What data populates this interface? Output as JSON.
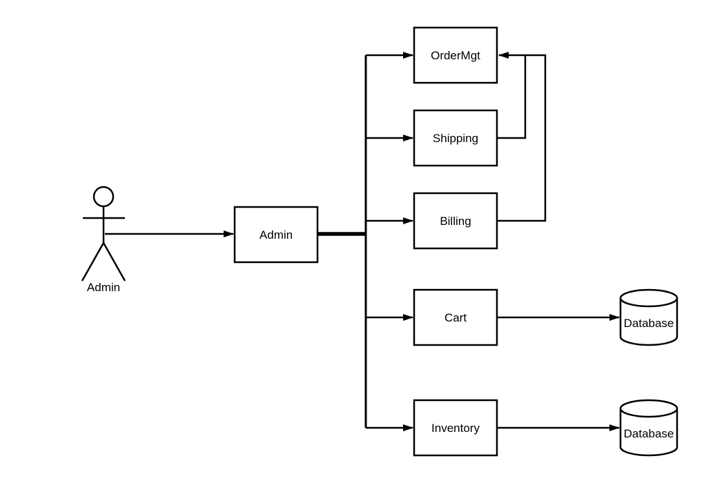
{
  "diagram": {
    "type": "flow-architecture-diagram",
    "colors": {
      "background": "#ffffff",
      "line": "#000000",
      "node_fill": "#ffffff",
      "text": "#000000"
    },
    "actor": {
      "id": "actor-admin",
      "label": "Admin",
      "shape": "stick-figure"
    },
    "nodes": [
      {
        "id": "admin",
        "label": "Admin",
        "shape": "rectangle"
      },
      {
        "id": "ordermgt",
        "label": "OrderMgt",
        "shape": "rectangle"
      },
      {
        "id": "shipping",
        "label": "Shipping",
        "shape": "rectangle"
      },
      {
        "id": "billing",
        "label": "Billing",
        "shape": "rectangle"
      },
      {
        "id": "cart",
        "label": "Cart",
        "shape": "rectangle"
      },
      {
        "id": "inventory",
        "label": "Inventory",
        "shape": "rectangle"
      }
    ],
    "databases": [
      {
        "id": "db-cart",
        "label": "Database",
        "shape": "cylinder"
      },
      {
        "id": "db-inventory",
        "label": "Database",
        "shape": "cylinder"
      }
    ],
    "edges": [
      {
        "from": "actor-admin",
        "to": "admin",
        "arrow": true
      },
      {
        "from": "admin",
        "to": "ordermgt",
        "arrow": true
      },
      {
        "from": "admin",
        "to": "shipping",
        "arrow": true
      },
      {
        "from": "admin",
        "to": "billing",
        "arrow": true
      },
      {
        "from": "admin",
        "to": "cart",
        "arrow": true
      },
      {
        "from": "admin",
        "to": "inventory",
        "arrow": true
      },
      {
        "from": "shipping",
        "to": "ordermgt",
        "arrow": true
      },
      {
        "from": "billing",
        "to": "ordermgt",
        "arrow": true
      },
      {
        "from": "cart",
        "to": "db-cart",
        "arrow": true
      },
      {
        "from": "inventory",
        "to": "db-inventory",
        "arrow": true
      }
    ]
  }
}
